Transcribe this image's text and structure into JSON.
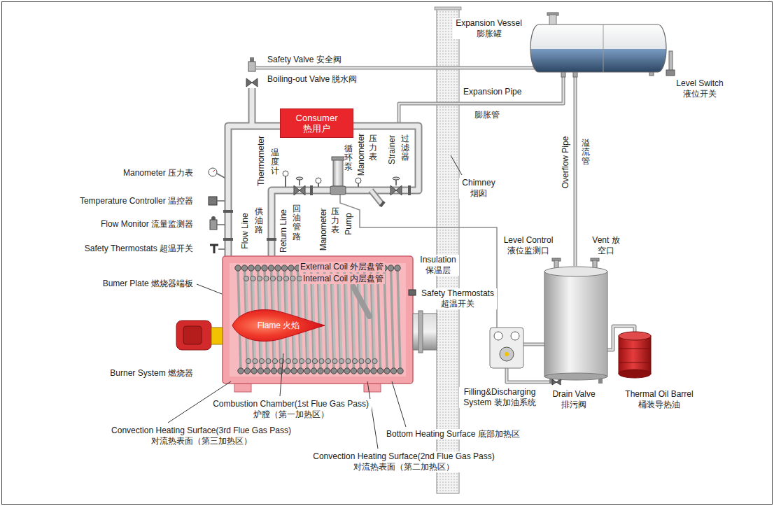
{
  "diagram": {
    "nodes": [
      {
        "text": [
          "Expansion Vessel 膨胀罐"
        ]
      },
      {
        "text": [
          "Consumer 热用户"
        ]
      },
      {
        "text": [
          "Flame 火焰"
        ]
      },
      {
        "text": [
          "Thermal Oil Barrel 桶装导热油"
        ]
      }
    ],
    "labels": [
      "Safety Valve 安全阀",
      "Boiling-out Valve 脱水阀",
      "Level Switch 液位开关",
      "Expansion Pipe",
      "膨胀管",
      "Overflow Pipe",
      "溢流管",
      "Thermometer",
      "温度计",
      "循环泵",
      "Manometer",
      "压力表",
      "Strainer",
      "过滤器",
      "Manometer 压力表",
      "Chimney 烟囱",
      "Temperature Controller 温控器",
      "Flow Monitor 流量监测器",
      "Flow Line",
      "供油路",
      "Return Line",
      "回油管路",
      "Manometer",
      "压力表",
      "Pump",
      "Safety Thermostats 超温开关",
      "Level Control 液位监测口",
      "Vent 放空口",
      "External Coil 外层盘管",
      "Internal Coil 内层盘管",
      "Insulation 保温层",
      "Bumer Plate 燃烧器端板",
      "Safety Thermostats 超温开关",
      "Burner System 燃烧器",
      "Filling&Discharging System 装加油系统",
      "Drain Valve 排污阀",
      "Combustion Chamber(1st Flue Gas Pass) 炉膛（第一加热区）",
      "Convection Heating Surface(3rd Flue Gas Pass) 对流热表面（第三加热区）",
      "Bottom Heating Surface 底部加热区",
      "Convection Heating Surface(2nd Flue Gas Pass) 对流热表面（第二加热区）"
    ]
  }
}
